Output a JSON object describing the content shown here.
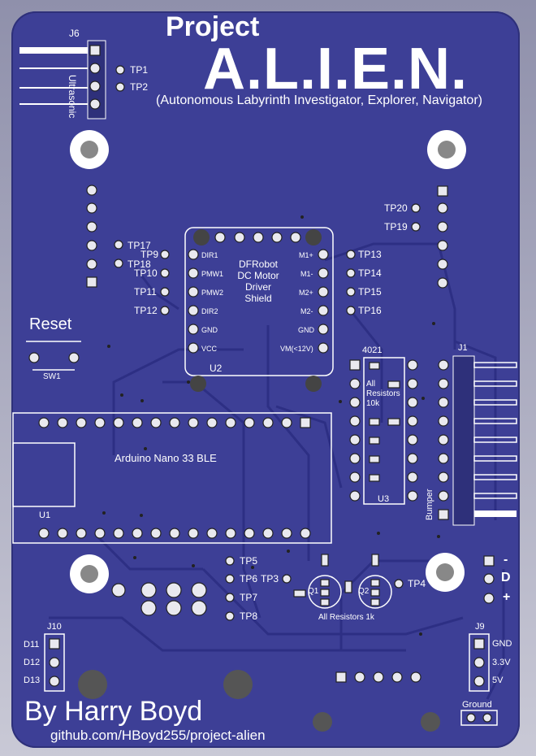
{
  "board": {
    "title_project": "Project",
    "title_alien": "A.L.I.E.N.",
    "subtitle": "(Autonomous Labyrinth Investigator, Explorer, Navigator)",
    "author": "By Harry Boyd",
    "repo": "github.com/HBoyd255/project-alien",
    "colors": {
      "board": "#3d3f96",
      "silk": "#ffffff",
      "trace": "#2f3186"
    }
  },
  "labels": {
    "j6": "J6",
    "ultrasonic": "Ultrasonic",
    "tp1": "TP1",
    "tp2": "TP2",
    "tp9": "TP9",
    "tp10": "TP10",
    "tp11": "TP11",
    "tp12": "TP12",
    "tp13": "TP13",
    "tp14": "TP14",
    "tp15": "TP15",
    "tp16": "TP16",
    "tp17": "TP17",
    "tp18": "TP18",
    "tp19": "TP19",
    "tp20": "TP20",
    "tp3": "TP3",
    "tp4": "TP4",
    "tp5": "TP5",
    "tp6": "TP6",
    "tp7": "TP7",
    "tp8": "TP8",
    "reset": "Reset",
    "sw1": "SW1",
    "driver": [
      "DFRobot",
      "DC Motor",
      "Driver",
      "Shield"
    ],
    "u2": "U2",
    "dir1": "DIR1",
    "pmw1": "PMW1",
    "pmw2": "PMW2",
    "dir2": "DIR2",
    "gnd_l": "GND",
    "vcc": "VCC",
    "m1p": "M1+",
    "m1m": "M1-",
    "m2p": "M2+",
    "m2m": "M2-",
    "gnd_r": "GND",
    "vm": "VM(<12V)",
    "ic4021": "4021",
    "all_res_10k": [
      "All",
      "Resistors",
      "10k"
    ],
    "u3": "U3",
    "j1": "J1",
    "bumper": "Bumper",
    "nano": "Arduino Nano 33 BLE",
    "u1": "U1",
    "minus": "-",
    "d": "D",
    "plus": "+",
    "q1": "Q1",
    "q2": "Q2",
    "all_res_1k": "All Resistors 1k",
    "j10": "J10",
    "d11": "D11",
    "d12": "D12",
    "d13": "D13",
    "j9": "J9",
    "gnd9": "GND",
    "v33": "3.3V",
    "v5": "5V",
    "ground": "Ground"
  }
}
